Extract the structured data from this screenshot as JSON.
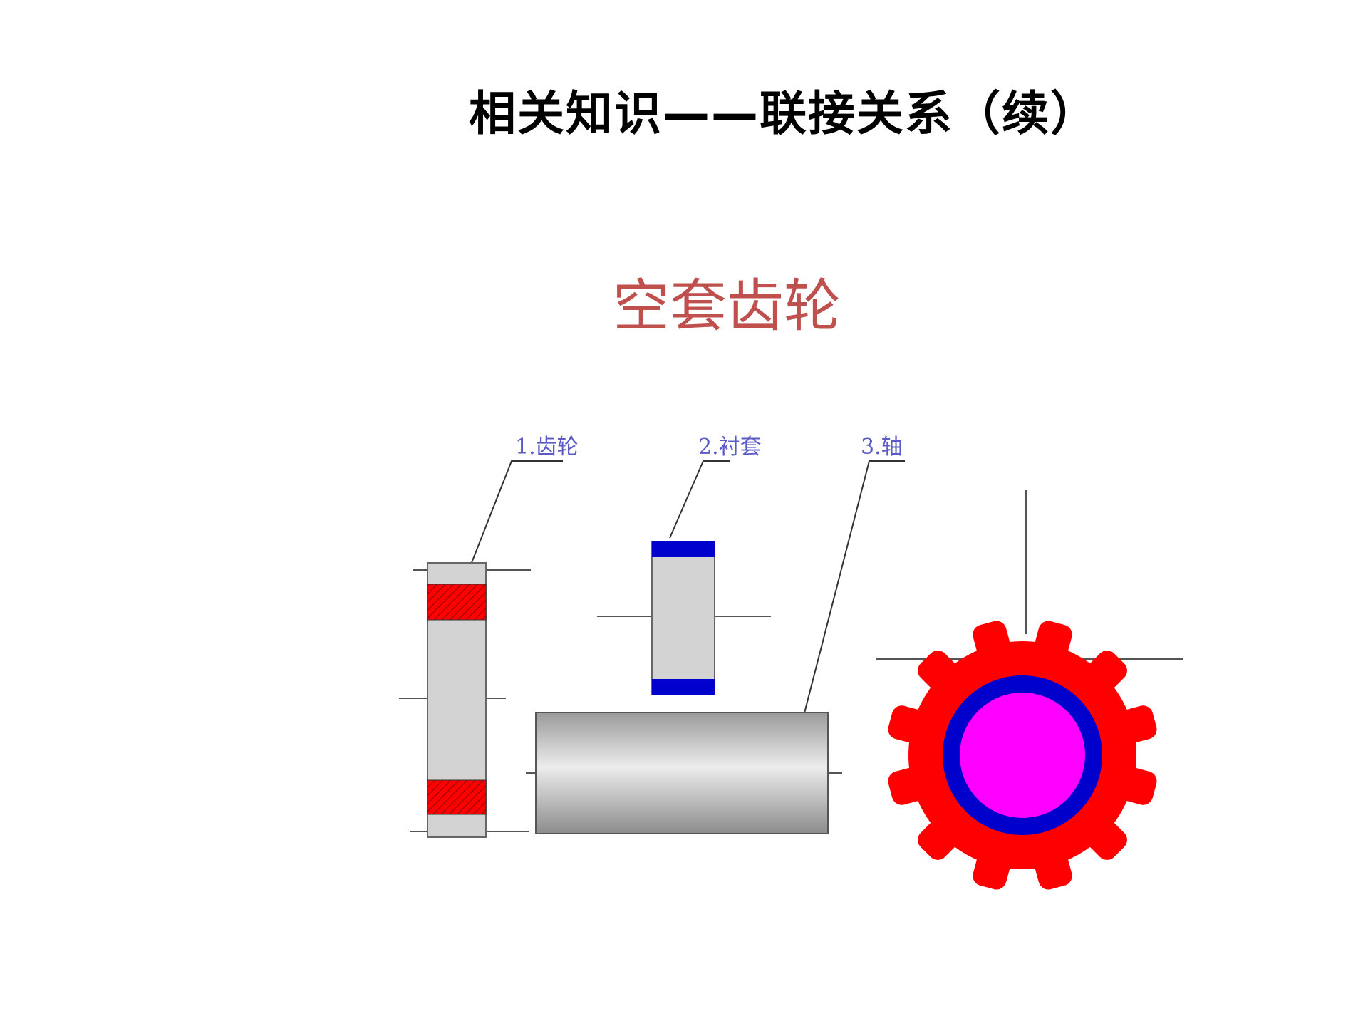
{
  "slide": {
    "title": "相关知识——联接关系（续）",
    "subtitle": "空套齿轮"
  },
  "diagram": {
    "labels": {
      "gear": "1.齿轮",
      "bushing": "2.衬套",
      "shaft": "3.轴"
    },
    "colors": {
      "gear_hatch": "#ff0000",
      "bushing_band": "#0000cc",
      "shaft_core": "#ff00ff",
      "body_gray": "#d3d3d3",
      "label_blue": "#5b5bc8",
      "subtitle_red": "#c0504d"
    }
  }
}
